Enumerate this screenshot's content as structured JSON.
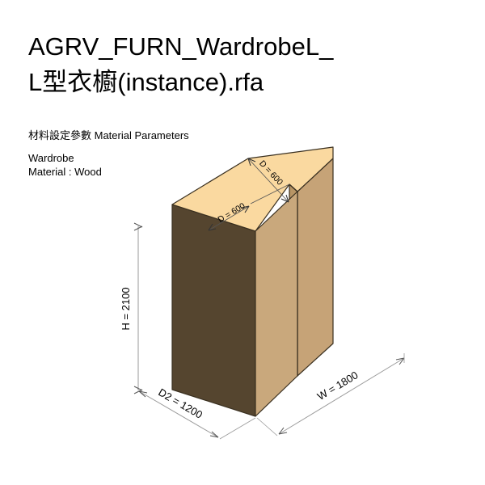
{
  "document": {
    "title_line_1": "AGRV_FURN_WardrobeL_",
    "title_line_2": "L型衣櫥(instance).rfa"
  },
  "parameters_section": {
    "heading": "材料設定參數 Material Parameters",
    "object_name": "Wardrobe",
    "material": "Material : Wood"
  },
  "drawing": {
    "dimensions": {
      "height": "H = 2100",
      "depth_back": "D = 600",
      "depth_front": "D = 600",
      "depth2": "D2 = 1200",
      "width": "W = 1800"
    },
    "colors": {
      "top_face": "#FAD9A0",
      "front_dark_face": "#55452F",
      "side_light_face": "#C6A377",
      "wing_face": "#C9A87C",
      "outline": "#3A3020",
      "dimension_line": "#9A9A9A"
    }
  }
}
